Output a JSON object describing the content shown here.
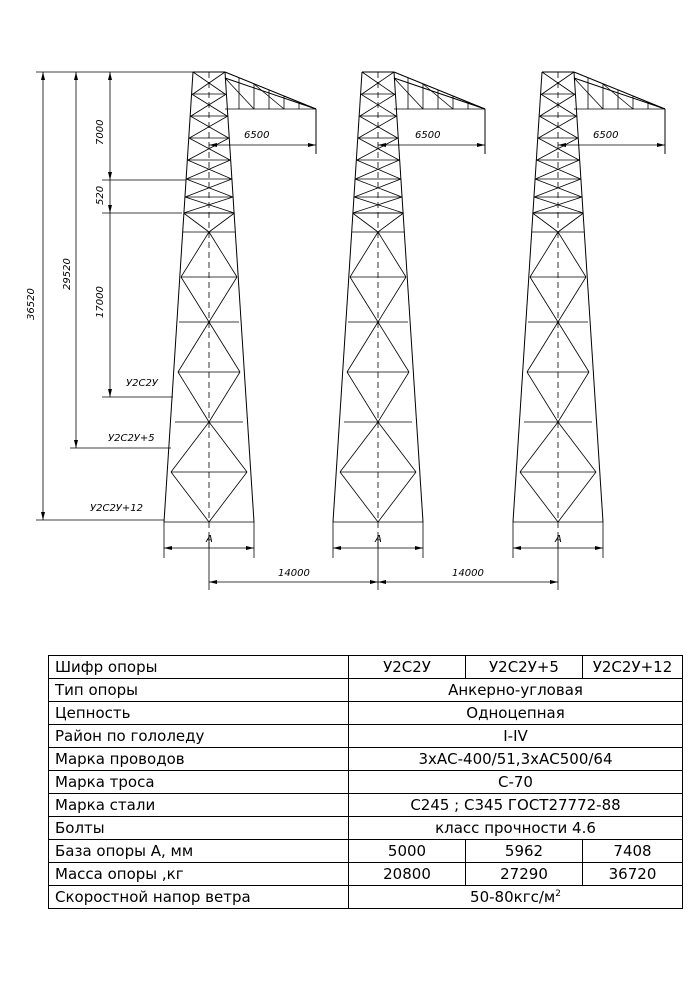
{
  "diagram": {
    "dimensions": {
      "total_height": "36520",
      "height_y2c2y5": "29520",
      "top_section": "7000",
      "gap_section": "520",
      "mid_section": "17000",
      "arm_length": "6500",
      "spacing": "14000",
      "base_label": "A"
    },
    "towers": [
      {
        "label": "У2С2У"
      },
      {
        "label": "У2С2У+5"
      },
      {
        "label": "У2С2У+12"
      }
    ]
  },
  "table": {
    "rows": [
      {
        "label": "Шифр опоры",
        "cells": [
          "У2С2У",
          "У2С2У+5",
          "У2С2У+12"
        ]
      },
      {
        "label": "Тип опоры",
        "value": "Анкерно-угловая"
      },
      {
        "label": "Цепность",
        "value": "Одноцепная"
      },
      {
        "label": "Район по гололеду",
        "value": "I-IV"
      },
      {
        "label": "Марка проводов",
        "value": "3хАС-400/51,3хАС500/64"
      },
      {
        "label": "Марка троса",
        "value": "С-70"
      },
      {
        "label": "Марка стали",
        "value": "С245 ; С345 ГОСТ27772-88"
      },
      {
        "label": "Болты",
        "value": "класс прочности 4.6"
      },
      {
        "label": "База опоры А, мм",
        "cells": [
          "5000",
          "5962",
          "7408"
        ]
      },
      {
        "label": "Масса опоры ,кг",
        "cells": [
          "20800",
          "27290",
          "36720"
        ]
      },
      {
        "label": "Скоростной напор ветра",
        "value": "50-80кгс/м",
        "value_sup": "2"
      }
    ]
  }
}
